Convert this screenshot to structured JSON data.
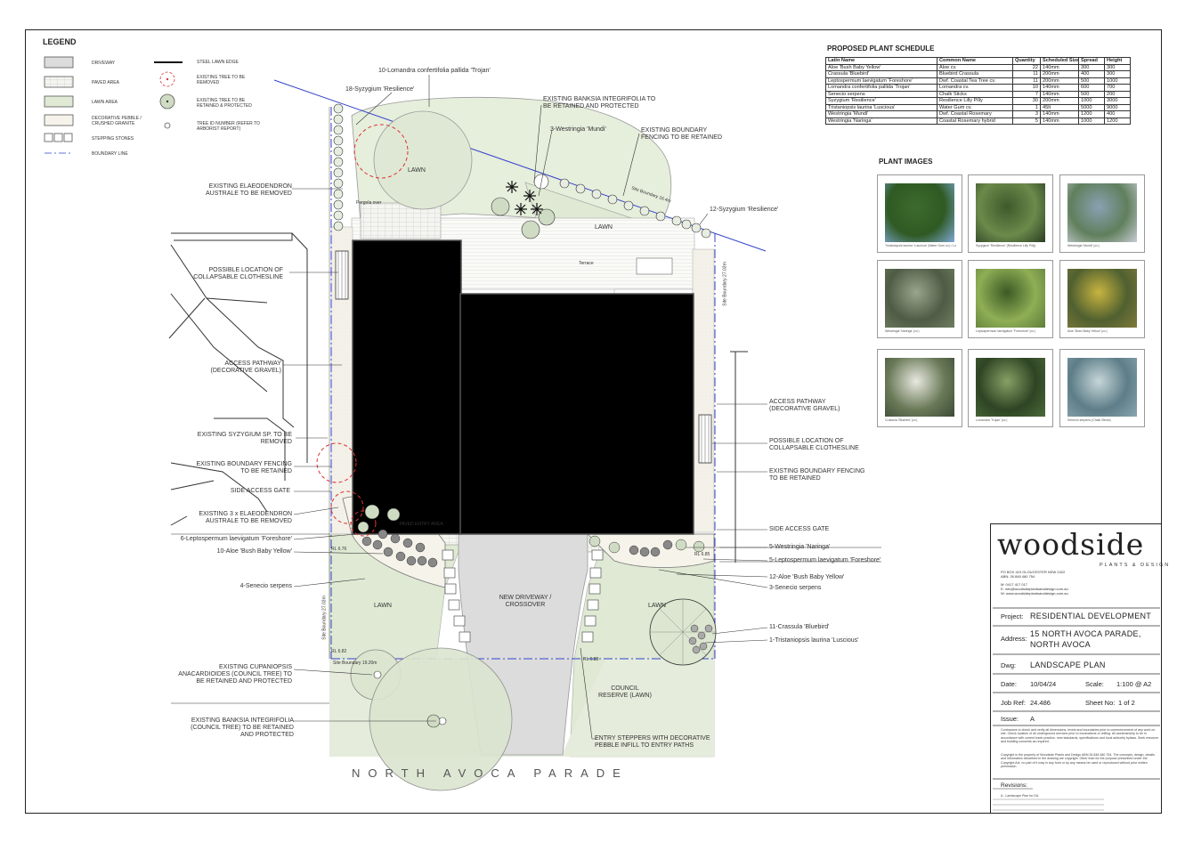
{
  "legend": {
    "title": "LEGEND",
    "left_items": [
      "DRIVEWAY",
      "PAVED AREA",
      "LAWN AREA",
      "DECORATIVE PEBBLE / CRUSHED GRANITE",
      "STEPPING STONES",
      "BOUNDARY LINE"
    ],
    "right_items": [
      "STEEL LAWN EDGE",
      "EXISTING TREE TO BE REMOVED",
      "EXISTING TREE TO BE RETAINED & PROTECTED",
      "TREE ID NUMBER (REFER TO ARBORIST REPORT)"
    ]
  },
  "schedule": {
    "title": "PROPOSED PLANT SCHEDULE",
    "headers": [
      "Latin Name",
      "Common Name",
      "Quantity",
      "Scheduled Size",
      "Spread",
      "Height"
    ],
    "rows": [
      [
        "Aloe 'Bush Baby Yellow'",
        "Aloe cv.",
        "22",
        "140mm",
        "300",
        "300"
      ],
      [
        "Crassula 'Bluebird'",
        "Bluebird Crassula",
        "11",
        "200mm",
        "400",
        "300"
      ],
      [
        "Leptospermum laevigatum 'Foreshore'",
        "Dwf. Coastal Tea Tree cv.",
        "11",
        "200mm",
        "500",
        "1000"
      ],
      [
        "Lomandra confertifolia pallida 'Trojan'",
        "Lomandra cv.",
        "10",
        "140mm",
        "600",
        "700"
      ],
      [
        "Senecio serpens",
        "Chalk Sticks",
        "7",
        "140mm",
        "500",
        "200"
      ],
      [
        "Syzygium 'Resilience'",
        "Resilience Lilly Pilly",
        "30",
        "200mm",
        "1000",
        "3000"
      ],
      [
        "Tristaniopsis laurina 'Luscious'",
        "Water Gum cv.",
        "1",
        "45lt",
        "5000",
        "9000"
      ],
      [
        "Westringia 'Mundi'",
        "Dwf. Coastal Rosemary",
        "3",
        "140mm",
        "1200",
        "400"
      ],
      [
        "Westringia 'Naringa'",
        "Coastal Rosemary hybrid",
        "5",
        "140mm",
        "1000",
        "1200"
      ]
    ]
  },
  "plant_images": {
    "title": "PLANT IMAGES",
    "captions": [
      "Tristaniopsis laurina 'Luscious' (Water Gum cv.) / Lomandra",
      "Syzygium 'Resilience' (Resilience Lilly Pilly)",
      "Westringia 'Mundi' (cv.)",
      "Westringia 'Naringa' (cv.)",
      "Leptospermum laevigatum 'Foreshore' (cv.)",
      "Aloe 'Bush Baby Yellow' (cv.)",
      "Crassula 'Bluebird' (cv.)",
      "Lomandra 'Trojan' (cv.)",
      "Senecio serpens (Chalk Sticks)"
    ]
  },
  "plan": {
    "annotations": [
      "10-Lomandra confertifolia pallida 'Trojan'",
      "18-Syzygium 'Resilience'",
      "EXISTING BANKSIA INTEGRIFOLIA TO BE RETAINED AND PROTECTED",
      "3-Westringia 'Mundi'",
      "EXISTING BOUNDARY FENCING TO BE RETAINED",
      "12-Syzygium 'Resilience'",
      "EXISTING ELAEODENDRON AUSTRALE TO BE REMOVED",
      "POSSIBLE LOCATION OF COLLAPSABLE CLOTHESLINE",
      "ACCESS PATHWAY (DECORATIVE GRAVEL)",
      "EXISTING SYZYGIUM SP. TO BE REMOVED",
      "EXISTING BOUNDARY FENCING TO BE RETAINED",
      "SIDE ACCESS GATE",
      "EXISTING 3 x ELAEODENDRON AUSTRALE TO BE REMOVED",
      "6-Leptospermum laevigatum 'Foreshore'",
      "10-Aloe 'Bush Baby Yellow'",
      "4-Senecio serpens",
      "EXISTING CUPANIOPSIS ANACARDIOIDES (COUNCIL TREE) TO BE RETAINED AND PROTECTED",
      "EXISTING BANKSIA INTEGRIFOLIA (COUNCIL TREE) TO BE RETAINED AND PROTECTED",
      "ACCESS PATHWAY (DECORATIVE GRAVEL)",
      "POSSIBLE LOCATION OF COLLAPSABLE CLOTHESLINE",
      "EXISTING BOUNDARY FENCING TO BE RETAINED",
      "SIDE ACCESS GATE",
      "5-Westringia 'Naringa'",
      "5-Leptospermum laevigatum 'Foreshore'",
      "12-Aloe 'Bush Baby Yellow'",
      "3-Senecio serpens",
      "11-Crassula 'Bluebird'",
      "1-Tristaniopsis laurina 'Luscious'",
      "ENTRY STEPPERS WITH DECORATIVE PEBBLE INFILL TO ENTRY PATHS"
    ],
    "areas": {
      "lawn_top": "LAWN",
      "lawn_mid": "LAWN",
      "lawn_left": "LAWN",
      "lawn_right": "LAWN",
      "driveway": "NEW DRIVEWAY / CROSSOVER",
      "council": "COUNCIL RESERVE (LAWN)",
      "paved_entry": "PAVED ENTRY AREA",
      "pergola": "Pergola over",
      "terrace": "Terrace"
    },
    "street": "NORTH AVOCA PARADE",
    "levels": [
      "RL 6.76",
      "RL 6.85",
      "RL 6.82",
      "RL 6.88"
    ],
    "boundary_labels": [
      "Site Boundary 27.03m",
      "Site Boundary 19.20m",
      "Site Boundary 27.03m",
      "Site Boundary 16.4m"
    ]
  },
  "title_block": {
    "brand": "woodside",
    "brand_sub": "PLANTS & DESIGN",
    "contact": [
      "PO BOX 419  GLOUCESTER  NSW  2422",
      "ABN: 26 848 480 754",
      "M: 0417 417 017",
      "E: info@woodsideplantsanddesign.com.au",
      "W: www.woodsideplantsanddesign.com.au"
    ],
    "project_label": "Project:",
    "project": "RESIDENTIAL DEVELOPMENT",
    "address_label": "Address:",
    "address_1": "15 NORTH AVOCA PARADE,",
    "address_2": "NORTH AVOCA",
    "dwg_label": "Dwg:",
    "dwg": "LANDSCAPE PLAN",
    "date_label": "Date:",
    "date": "10/04/24",
    "scale_label": "Scale:",
    "scale": "1:100 @ A2",
    "job_label": "Job Ref:",
    "job": "24.486",
    "sheet_label": "Sheet No:",
    "sheet": "1 of 2",
    "issue_label": "Issue:",
    "issue": "A",
    "notes_1": "Contractors to check and verify all dimensions, levels and boundaries prior to commencement of any work on site. Check location of all underground services prior to excavations or drilling. All workmanship to be in accordance with current trade practice, new standards, specifications and local authority bylaws. Seek resource and building consents as required.",
    "notes_2": "Copyright is the property of Woodside Plants and Design ABN 26 848 480 754. The concepts, design, details and information described in the drawing are copyright. Other than for the purpose prescribed under the Copyright Act, no part of it may in any form or by any means be used or reproduced without prior written permission.",
    "revisions_label": "Revisions:",
    "revision_1": "A - Landscape Plan for DA"
  }
}
